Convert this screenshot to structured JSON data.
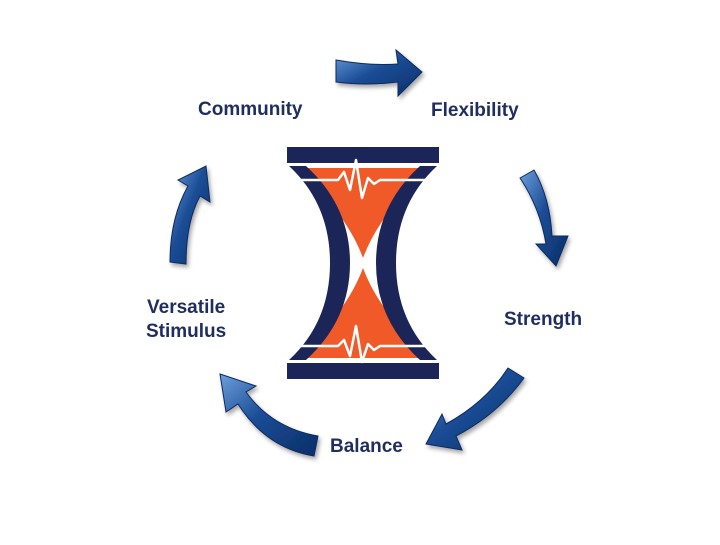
{
  "labels": {
    "community": "Community",
    "flexibility": "Flexibility",
    "strength": "Strength",
    "balance": "Balance",
    "versatile_line1": "Versatile",
    "versatile_line2": "Stimulus"
  },
  "colors": {
    "arrow_dark": "#0b3270",
    "arrow_light": "#5a8fd0",
    "logo_navy": "#1c2557",
    "logo_orange": "#f05a28",
    "label_text": "#1f2d5f"
  },
  "icons": {
    "logo": "hourglass-heartbeat-logo",
    "arrows": "cycle-arrow"
  }
}
